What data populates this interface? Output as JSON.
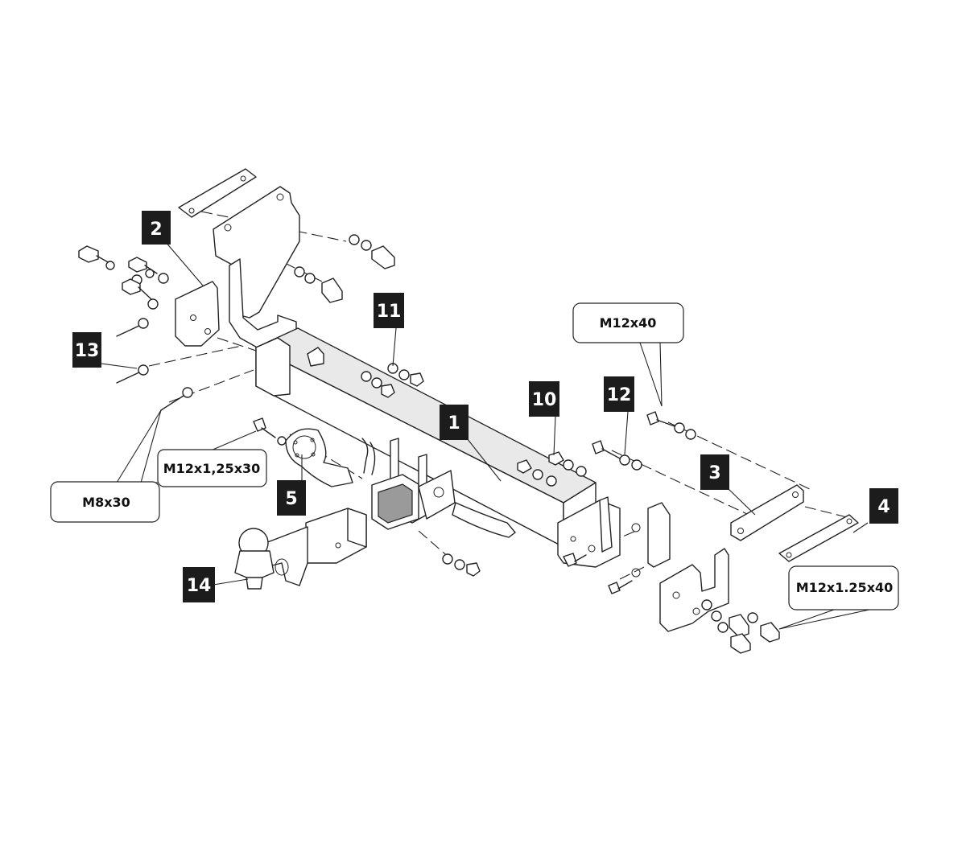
{
  "parts": {
    "p1": "1",
    "p2": "2",
    "p3": "3",
    "p4": "4",
    "p5": "5",
    "p10": "10",
    "p11": "11",
    "p12": "12",
    "p13": "13",
    "p14": "14"
  },
  "bolts": {
    "m12x40": "M12x40",
    "m8x30": "M8x30",
    "m12x125x30": "M12x1,25x30",
    "m12x125x40": "M12x1.25x40"
  },
  "colors": {
    "label_fill": "#1c1c1c",
    "label_text": "#ffffff",
    "line": "#222222"
  }
}
